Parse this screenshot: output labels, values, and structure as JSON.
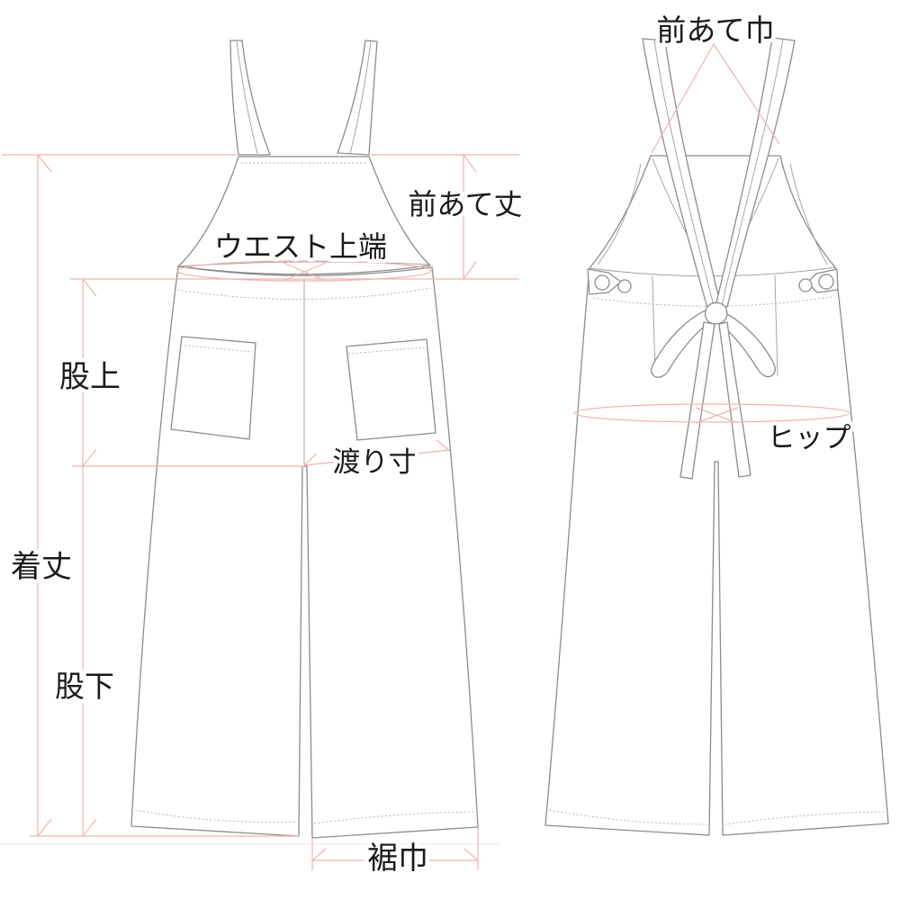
{
  "diagram": {
    "title": "overalls-measurement-guide",
    "labels": {
      "front_bib_width": "前あて巾",
      "front_bib_length": "前あて丈",
      "waist_top_edge": "ウエスト上端",
      "rise": "股上",
      "thigh_width": "渡り寸",
      "total_length": "着丈",
      "inseam": "股下",
      "hem_width": "裾巾",
      "hip": "ヒップ"
    },
    "colors": {
      "measurement_line": "#f0b2b2",
      "garment_outline": "#8c8c8c",
      "label_text": "#1a1a1a",
      "background": "#ffffff"
    }
  }
}
